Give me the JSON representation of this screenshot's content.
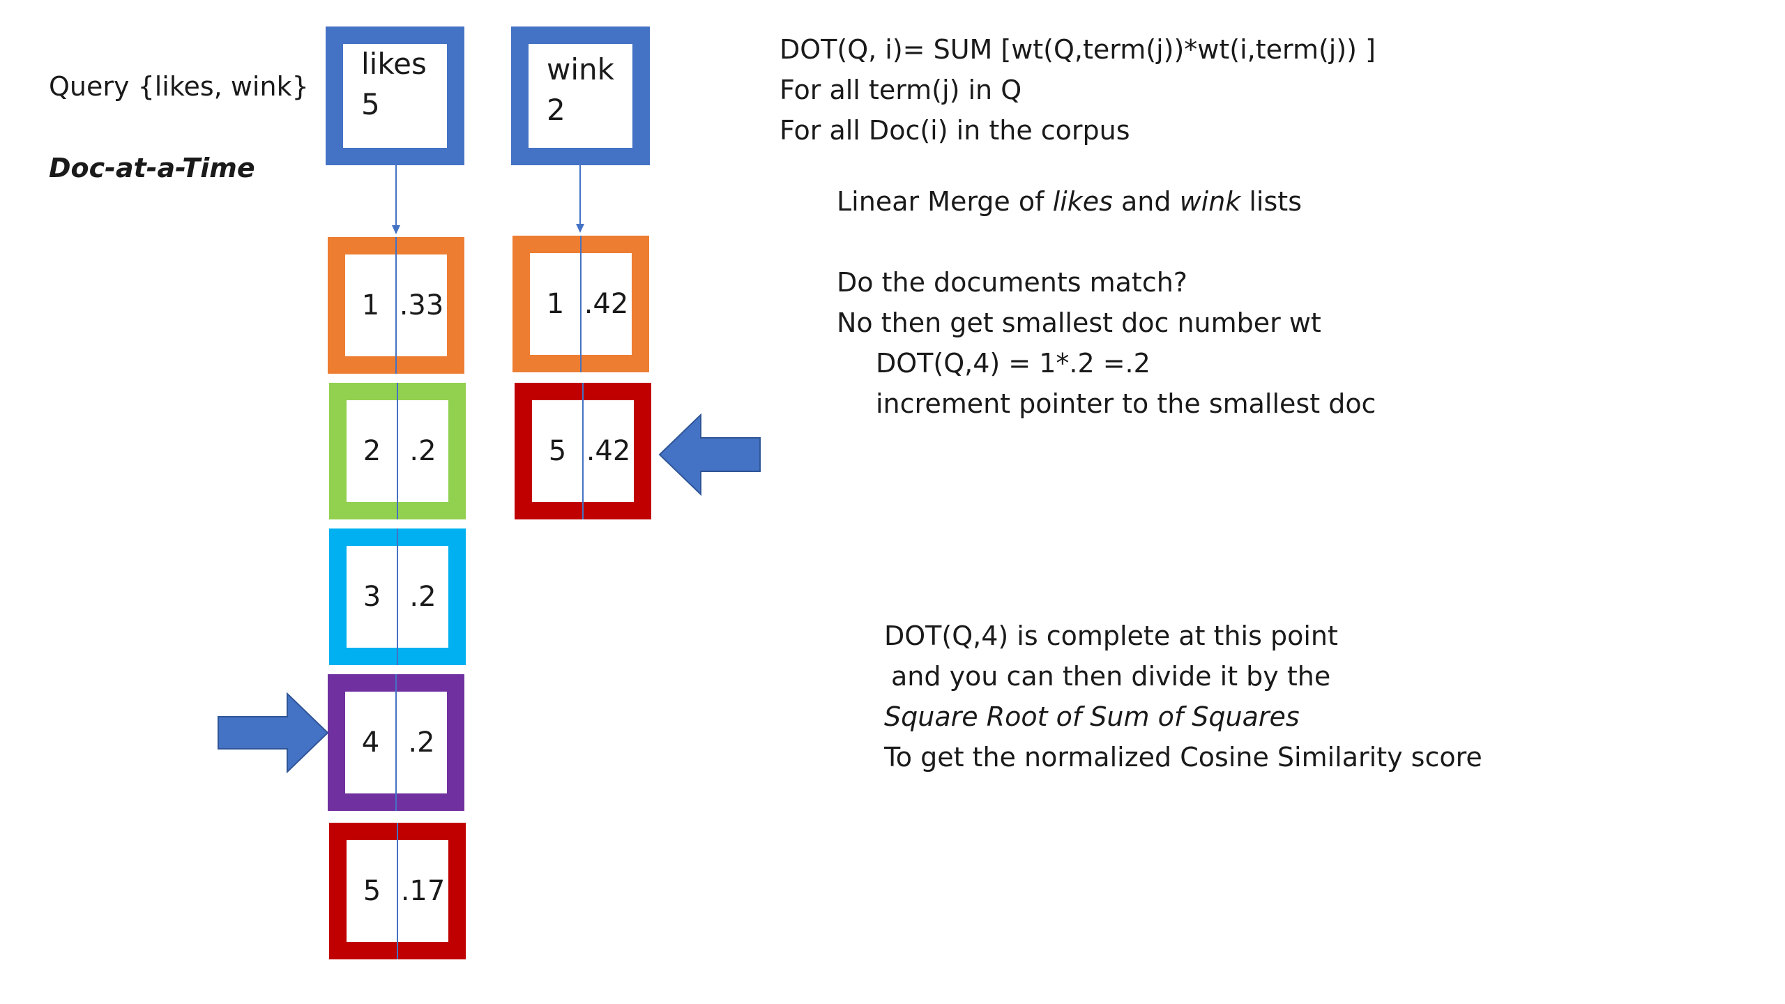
{
  "query_label": "Query {likes, wink}",
  "mode_label": "Doc-at-a-Time",
  "heads": [
    {
      "term": "likes",
      "df": "5",
      "color": "#4472c4"
    },
    {
      "term": "wink",
      "df": "2",
      "color": "#4472c4"
    }
  ],
  "likes_postings": [
    {
      "doc": "1",
      "wt": ".33",
      "color": "#ed7d31"
    },
    {
      "doc": "2",
      "wt": ".2",
      "color": "#92d050"
    },
    {
      "doc": "3",
      "wt": ".2",
      "color": "#00b0f0"
    },
    {
      "doc": "4",
      "wt": ".2",
      "color": "#7030a0"
    },
    {
      "doc": "5",
      "wt": ".17",
      "color": "#c00000"
    }
  ],
  "wink_postings": [
    {
      "doc": "1",
      "wt": ".42",
      "color": "#ed7d31"
    },
    {
      "doc": "5",
      "wt": ".42",
      "color": "#c00000"
    }
  ],
  "formula": {
    "line1": "DOT(Q, i)= SUM [wt(Q,term(j))*wt(i,term(j)) ]",
    "line2": "For all term(j) in Q",
    "line3": "For all Doc(i) in the corpus"
  },
  "merge": {
    "prefix": "Linear Merge of ",
    "term1": "likes",
    "middle": " and ",
    "term2": "wink",
    "suffix": " lists"
  },
  "steps": {
    "line1": "Do the documents match?",
    "line2": "No then get smallest doc number wt",
    "line3": "DOT(Q,4) = 1*.2 =.2",
    "line4": "increment pointer to the smallest doc"
  },
  "conclusion": {
    "line1": "DOT(Q,4) is complete at this point",
    "line2": "and you can then divide it by the",
    "line3": "Square Root of Sum of Squares",
    "line4": "To get the normalized Cosine Similarity score"
  },
  "arrow_color": "#4472c4"
}
